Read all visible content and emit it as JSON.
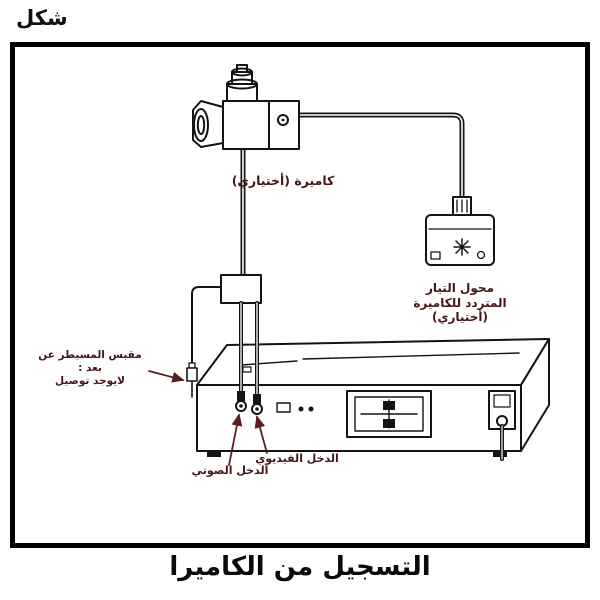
{
  "page": {
    "figure_label": "شكل",
    "caption": "التسجيل من الكاميرا"
  },
  "diagram": {
    "camera_label": "كاميرة (أختياري)",
    "adapter_label": {
      "line1": "محول التيار",
      "line2": "المتردد للكاميرة",
      "line3": "(أختياري)"
    },
    "remote_label": {
      "line1": "مقبس المسيطر عن بعد :",
      "line2": "لايوجد توصيل"
    },
    "audio_input_label": "الدخل الصوتي",
    "video_input_label": "الدخل الفيديوي"
  },
  "colors": {
    "ink": "#141414",
    "label_text": "#441616",
    "arrow": "#5d1d1d",
    "frame_border": "#000000"
  }
}
